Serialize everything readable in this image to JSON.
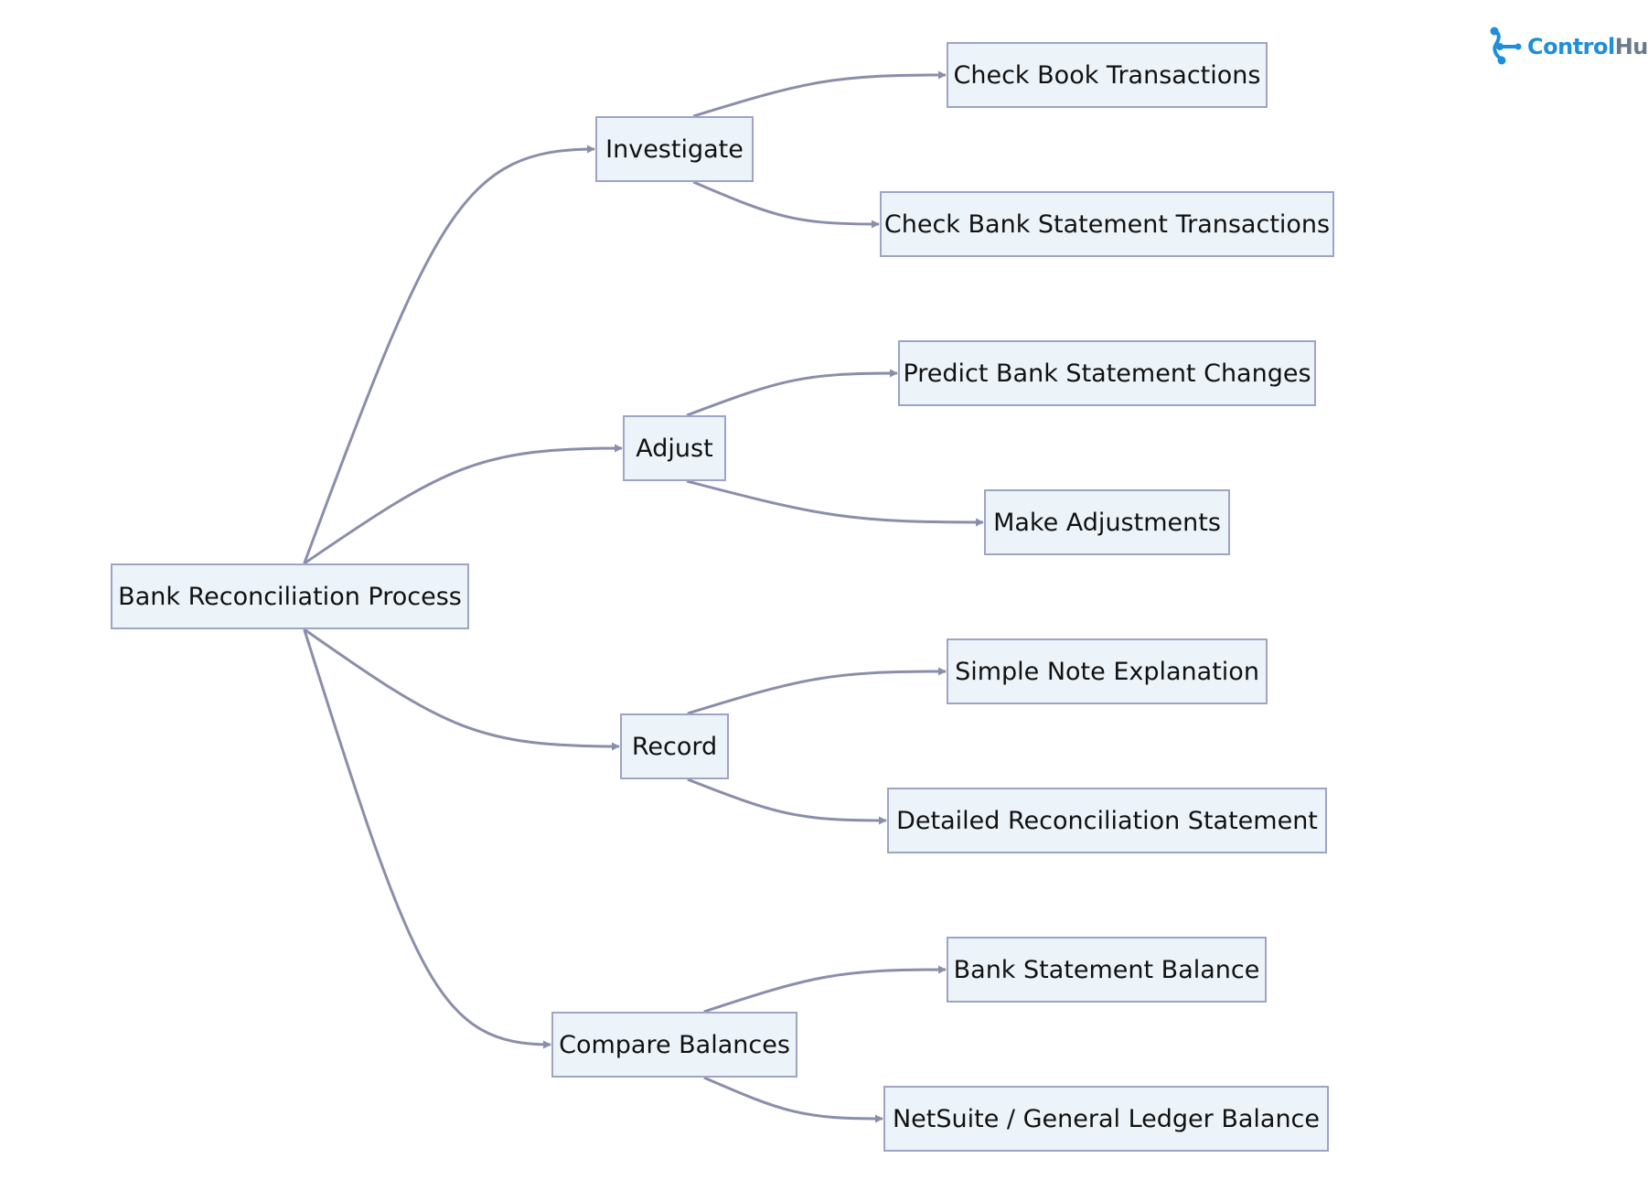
{
  "brand": {
    "name_part1": "Control",
    "name_part2": "Hub",
    "accent": "#1e8fd9",
    "secondary": "#6b7a8a"
  },
  "colors": {
    "node_fill": "#ecf4fa",
    "node_border": "#9fa3c6",
    "edge": "#8a8eab"
  },
  "nodes": {
    "root": "Bank Reconciliation Process",
    "investigate": "Investigate",
    "adjust": "Adjust",
    "record": "Record",
    "compare": "Compare Balances",
    "check_book": "Check Book Transactions",
    "check_bank": "Check Bank Statement Transactions",
    "predict": "Predict Bank Statement Changes",
    "make_adj": "Make Adjustments",
    "simple_note": "Simple Note Explanation",
    "detailed": "Detailed Reconciliation Statement",
    "bank_balance": "Bank Statement Balance",
    "netsuite": "NetSuite / General Ledger Balance"
  },
  "edges": [
    [
      "root",
      "investigate"
    ],
    [
      "root",
      "adjust"
    ],
    [
      "root",
      "record"
    ],
    [
      "root",
      "compare"
    ],
    [
      "investigate",
      "check_book"
    ],
    [
      "investigate",
      "check_bank"
    ],
    [
      "adjust",
      "predict"
    ],
    [
      "adjust",
      "make_adj"
    ],
    [
      "record",
      "simple_note"
    ],
    [
      "record",
      "detailed"
    ],
    [
      "compare",
      "bank_balance"
    ],
    [
      "compare",
      "netsuite"
    ]
  ]
}
